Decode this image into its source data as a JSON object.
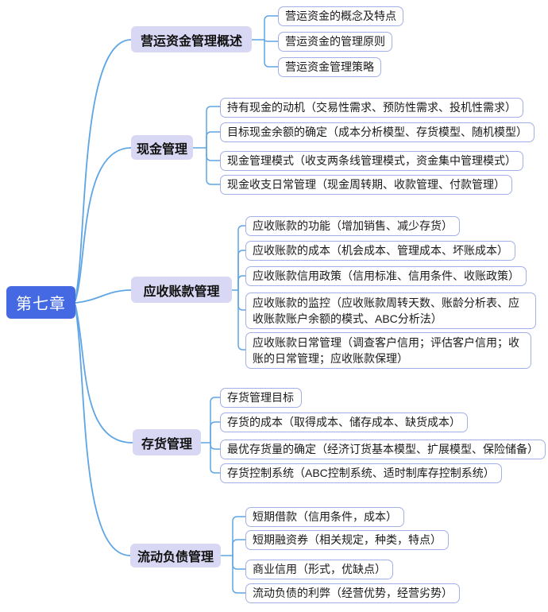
{
  "root": {
    "label": "第七章"
  },
  "branches": [
    {
      "label": "营运资金管理概述",
      "children": [
        {
          "label": "营运资金的概念及特点"
        },
        {
          "label": "营运资金的管理原则"
        },
        {
          "label": "营运资金管理策略"
        }
      ]
    },
    {
      "label": "现金管理",
      "children": [
        {
          "label": "持有现金的动机（交易性需求、预防性需求、投机性需求）"
        },
        {
          "label": "目标现金余额的确定（成本分析模型、存货模型、随机模型）"
        },
        {
          "label": "现金管理模式（收支两条线管理模式，资金集中管理模式）"
        },
        {
          "label": "现金收支日常管理（现金周转期、收款管理、付款管理）"
        }
      ]
    },
    {
      "label": "应收账款管理",
      "children": [
        {
          "label": "应收账款的功能（增加销售、减少存货）"
        },
        {
          "label": "应收账款的成本（机会成本、管理成本、坏账成本）"
        },
        {
          "label": "应收账款信用政策（信用标准、信用条件、收账政策）"
        },
        {
          "label": "应收账款的监控（应收账款周转天数、账龄分析表、应收账款账户余额的模式、ABC分析法）"
        },
        {
          "label": "应收账款日常管理（调查客户信用；评估客户信用；收账的日常管理；应收账款保理）"
        }
      ]
    },
    {
      "label": "存货管理",
      "children": [
        {
          "label": "存货管理目标"
        },
        {
          "label": "存货的成本（取得成本、储存成本、缺货成本）"
        },
        {
          "label": "最优存货量的确定（经济订货基本模型、扩展模型、保险储备）"
        },
        {
          "label": "存货控制系统（ABC控制系统、适时制库存控制系统）"
        }
      ]
    },
    {
      "label": "流动负债管理",
      "children": [
        {
          "label": "短期借款（信用条件，成本）"
        },
        {
          "label": "短期融资券（相关规定，种类，特点）"
        },
        {
          "label": "商业信用（形式，优缺点）"
        },
        {
          "label": "流动负债的利弊（经营优势，经营劣势）"
        }
      ]
    }
  ],
  "colors": {
    "root_fill": "#4569e2",
    "root_text": "#ffffff",
    "branch_fill": "#d9d8f4",
    "branch_text": "#111111",
    "leaf_border": "#a3b0e8",
    "leaf_text": "#1a1a1a",
    "connector": "#5fa5e4",
    "background": "#ffffff"
  }
}
